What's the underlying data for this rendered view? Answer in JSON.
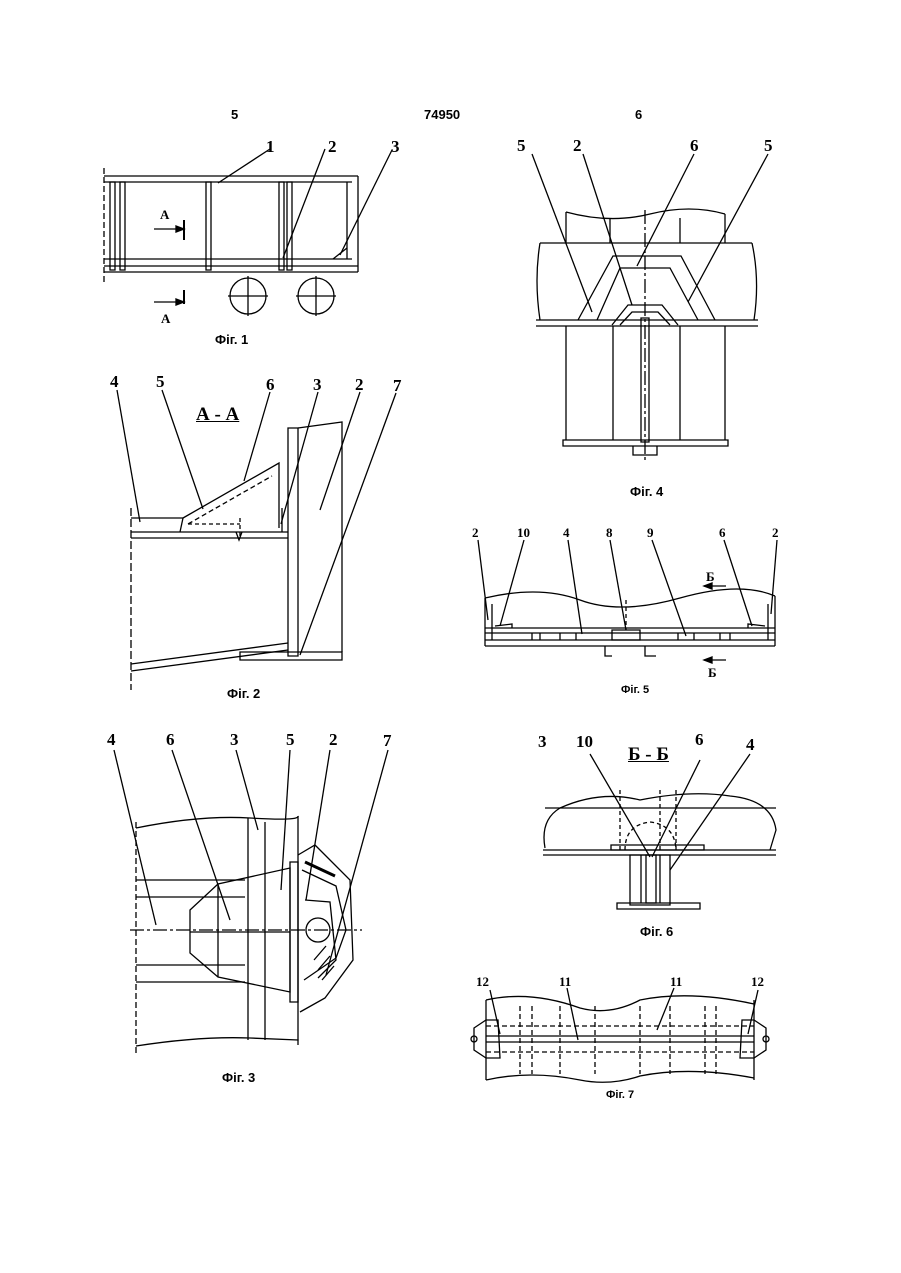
{
  "header": {
    "left_page": "5",
    "patent_number": "74950",
    "right_page": "6"
  },
  "figures": {
    "fig1": {
      "caption": "Фіг. 1",
      "labels": [
        "1",
        "2",
        "3"
      ],
      "section_mark": "А"
    },
    "fig2": {
      "caption": "Фіг. 2",
      "section_title": "А - А",
      "labels": [
        "4",
        "5",
        "6",
        "3",
        "2",
        "7"
      ]
    },
    "fig3": {
      "caption": "Фіг. 3",
      "labels": [
        "4",
        "6",
        "3",
        "5",
        "2",
        "7"
      ]
    },
    "fig4": {
      "caption": "Фіг. 4",
      "labels": [
        "5",
        "2",
        "6",
        "5"
      ]
    },
    "fig5": {
      "caption": "Фіг. 5",
      "labels": [
        "2",
        "10",
        "4",
        "8",
        "9",
        "6",
        "2"
      ],
      "section_mark": "Б"
    },
    "fig6": {
      "caption": "Фіг. 6",
      "section_title": "Б - Б",
      "labels": [
        "3",
        "10",
        "6",
        "4"
      ]
    },
    "fig7": {
      "caption": "Фіг. 7",
      "labels": [
        "12",
        "11",
        "11",
        "12"
      ]
    }
  }
}
